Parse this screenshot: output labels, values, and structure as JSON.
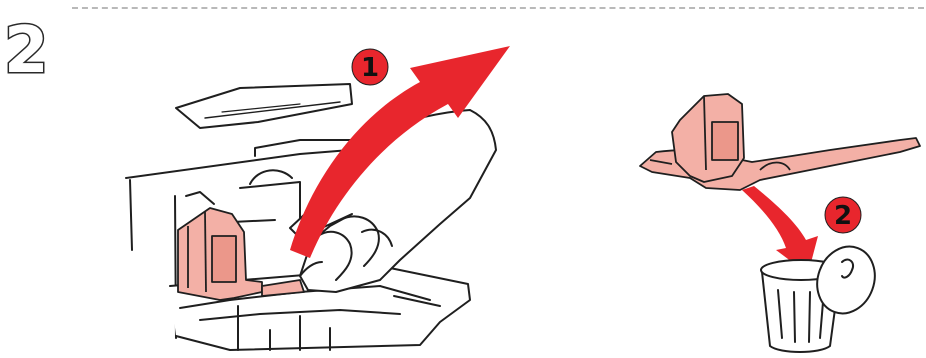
{
  "step": {
    "number": "2"
  },
  "badges": {
    "first": "1",
    "second": "2"
  },
  "colors": {
    "arrow": "#e8262d",
    "part_fill": "#f3b0a6",
    "outline": "#1f1f1f",
    "divider": "#b9b9b9"
  },
  "icons": {
    "step_number": "step-number-2-icon",
    "printer": "printer-illustration",
    "arrow_up": "curved-arrow-up-right-icon",
    "arrow_down": "curved-arrow-down-icon",
    "holder": "protective-material-holder-icon",
    "trash": "trash-can-icon"
  }
}
